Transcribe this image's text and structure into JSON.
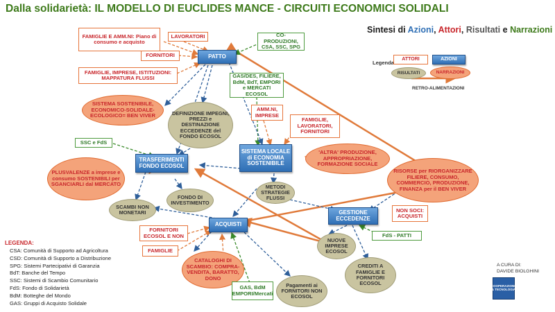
{
  "header": {
    "title": "Dalla solidarietà:  IL MODELLO DI EUCLIDES MANCE - CIRCUITI ECONOMICI SOLIDALI",
    "sintesi": {
      "prefix": "Sintesi di ",
      "azioni": "Azioni",
      "attori": "Attori",
      "risultati": "Risultati",
      "e": " e ",
      "narrazioni": "Narrazioni",
      "colors": {
        "azioni": "#2f6fb5",
        "attori": "#c8262b",
        "risultati": "#555555",
        "narrazioni": "#3d7a1a"
      }
    }
  },
  "legend_key": {
    "label": "Legenda:",
    "attori": "ATTORI",
    "azioni": "AZIONI",
    "risultati": "RISULTATI",
    "narrazioni": "NARRAZIONI",
    "retro": "RETRO-ALIMENTAZIONI"
  },
  "nodes": {
    "famiglie_amm": "FAMIGLIE E AMM.NI: Piano di consumo e acquisto",
    "lavoratori": "LAVORATORI",
    "fornitori": "FORNITORI",
    "coproduzioni": "CO-PRODUZIONI, CSA, SSC, SPG",
    "patto": "PATTO",
    "famiglie_imprese": "FAMIGLIE, IMPRESE, ISTITUZIONI: MAPPATURA FLUSSI",
    "gas_des": "GAS/DES,  FILIERE, BdM, BdT, EMPORI e MERCATI ECOSOL",
    "sistema_sostenibile": "SISTEMA SOSTENIBILE, ECONOMICO-SOLIDALE-ECOLOGICO= BEN VIVER",
    "definizione": "DEFINIZIONE IMPEGNI, PREZZI e DESTINAZIONE ECCEDENZE del FONDO ECOSOL",
    "amm_imprese": "AMM.NI, IMPRESE",
    "famiglie_lav": "FAMIGLIE, LAVORATORI, FORNITORI",
    "ssc_fds": "SSC e FdS",
    "trasferimenti": "TRASFERIMENTI FONDO  ECOSOL",
    "sistema_locale": "SISTEMA  LOCALE di ECONOMIA SOSTENIBILE",
    "altra_produzione": "'ALTRA' PRODUZIONE, APPROPRIAZIONE, FORMAZIONE SOCIALE",
    "plusvalenze": "PLUSVALENZE a imprese e consumo SOSTENIBILI per SGANCIARLI dal MERCATO",
    "risorse": "RISORSE per RIORGANIZZARE FILIERE, CONSUMO, COMMERCIO, PRODUZIONE, FINANZA per il BEN VIVER",
    "metodi": "METODI STRATEGIE FLUSSI",
    "fondo": "FONDO DI INVESTIMENTO",
    "scambi": "SCAMBI NON MONETARI",
    "gestione": "GESTIONE ECCEDENZE",
    "non_soci": "NON SOCI: ACQUISTI",
    "fornitori_ecosol": "FORNITORI ECOSOL E NON",
    "acquisti": "ACQUISTI",
    "fds_patti": "FdS - PATTI",
    "famiglie": "FAMIGLIE",
    "nuove_imprese": "NUOVE IMPRESE ECOSOL",
    "cataloghi": "CATALOGHI DI SCAMBIO: COMPRA-VENDITA, BARATTO, DONO",
    "gas_bdm": "GAS,  BdM EMPORI/Mercati",
    "pagamenti": "Pagamenti ai FORNITORI NON ECOSOL",
    "crediti": "CREDITI A FAMIGLIE E FORNITORI ECOSOL"
  },
  "glossary": {
    "title": "LEGENDA:",
    "items": [
      "CSA: Comunità di Supporto ad Agricoltura",
      "CSD: Comunità di Supporto a Distribuzione",
      "SPG: Sistemi Partecipativi di Garanzia",
      "BdT: Banche del Tempo",
      "SSC: Sistemi di Scambio Comunitario",
      "FdS: Fondo di Solidarietà",
      "BdM: Botteghe del Mondo",
      "GAS: Gruppi di Acquisto Solidale"
    ]
  },
  "credits": {
    "line1": "A CURA DI:",
    "line2": "DAVIDE BIOLGHINI",
    "logo": "COOPERAZIONE & TECNOLOGIA"
  },
  "colors": {
    "attore_border": "#e6743a",
    "attore_text": "#c8262b",
    "azione_fill": "#2f6fb5",
    "risultato_border": "#4d9a3d",
    "narrazione_fill": "#f4a37a",
    "sintesi_fill": "#c9c4a0",
    "retro_arrow": "#e07a3a",
    "dashed_blue": "#2f5f9a",
    "dashed_orange": "#e07a3a",
    "dashed_green": "#3a8a2a"
  }
}
